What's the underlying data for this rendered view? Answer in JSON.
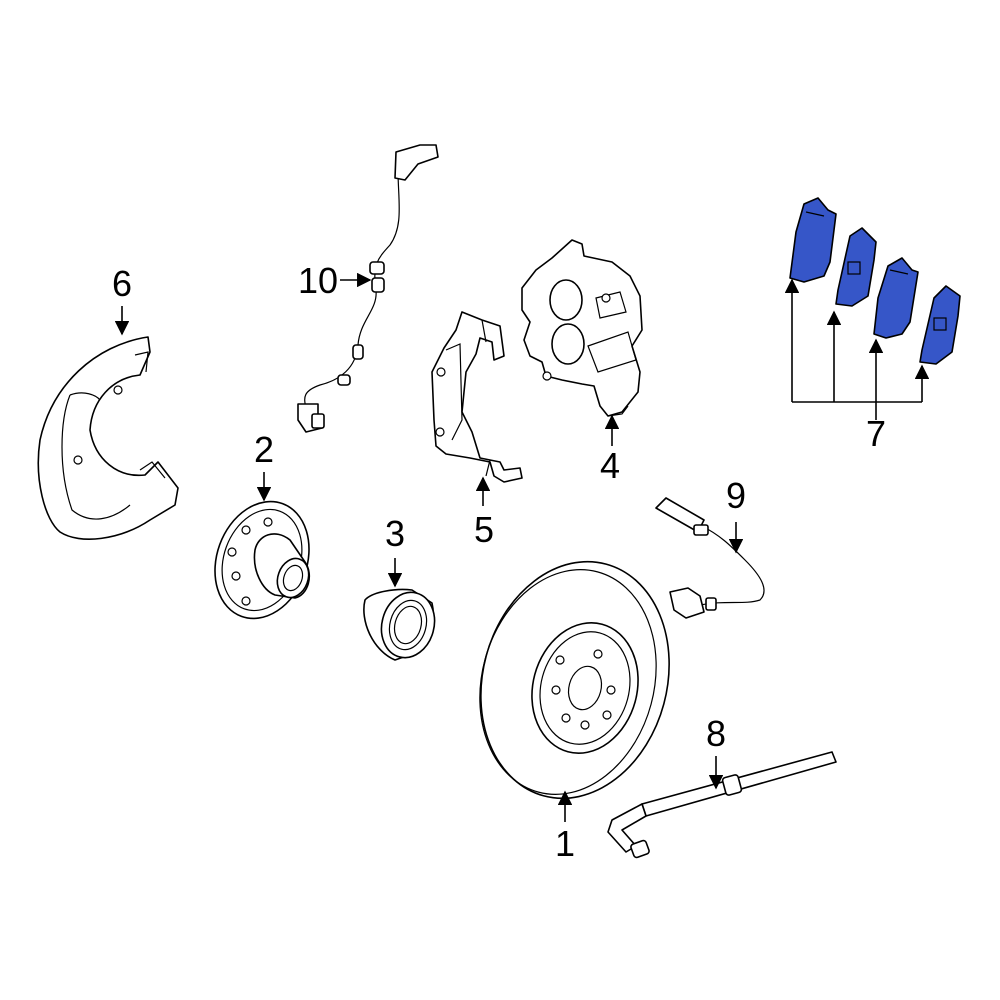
{
  "colors": {
    "background": "#ffffff",
    "line": "#000000",
    "brake_pad": "#3656c8"
  },
  "callouts": [
    {
      "id": "1",
      "label": "1",
      "part": "brake-rotor"
    },
    {
      "id": "2",
      "label": "2",
      "part": "wheel-hub"
    },
    {
      "id": "3",
      "label": "3",
      "part": "wheel-bearing"
    },
    {
      "id": "4",
      "label": "4",
      "part": "brake-caliper"
    },
    {
      "id": "5",
      "label": "5",
      "part": "caliper-support-bracket"
    },
    {
      "id": "6",
      "label": "6",
      "part": "splash-shield"
    },
    {
      "id": "7",
      "label": "7",
      "part": "brake-pads"
    },
    {
      "id": "8",
      "label": "8",
      "part": "brake-hose"
    },
    {
      "id": "9",
      "label": "9",
      "part": "pad-wear-sensor"
    },
    {
      "id": "10",
      "label": "10",
      "part": "abs-sensor"
    }
  ]
}
